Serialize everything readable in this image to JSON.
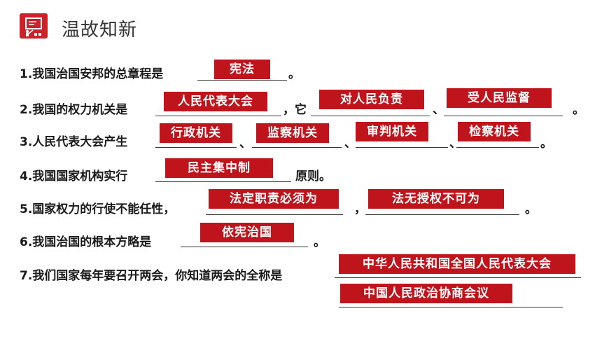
{
  "header": {
    "title": "温故知新",
    "logo_icon": "teacher-board-icon",
    "accent": "#c8222a"
  },
  "answer_color": "#c0141c",
  "q1": {
    "prompt": "1.我国治国安邦的总章程是",
    "answer": "宪法",
    "end": "。"
  },
  "q2": {
    "prompt": "2.我国的权力机关是",
    "answer1": "人民代表大会",
    "sep1": "，它",
    "answer2": "对人民负责",
    "sep2": "、",
    "answer3": "受人民监督",
    "end": "。"
  },
  "q3": {
    "prompt": "3.人民代表大会产生",
    "answer1": "行政机关",
    "sep1": "、",
    "answer2": "监察机关",
    "sep2": "、",
    "answer3": "审判机关",
    "sep3": "、",
    "answer4": "检察机关",
    "end": "。"
  },
  "q4": {
    "prompt": "4.我国国家机构实行",
    "answer": "民主集中制",
    "end": "原则。"
  },
  "q5": {
    "prompt": "5.国家权力的行使不能任性，",
    "answer1": "法定职责必须为",
    "sep1": "，",
    "answer2": "法无授权不可为",
    "end": "。"
  },
  "q6": {
    "prompt": "6.我国治国的根本方略是",
    "answer": "依宪治国",
    "end": "。"
  },
  "q7": {
    "prompt": "7.我们国家每年要召开两会，你知道两会的全称是",
    "answer1": "中华人民共和国全国人民代表大会",
    "answer2": "中国人民政治协商会议"
  }
}
